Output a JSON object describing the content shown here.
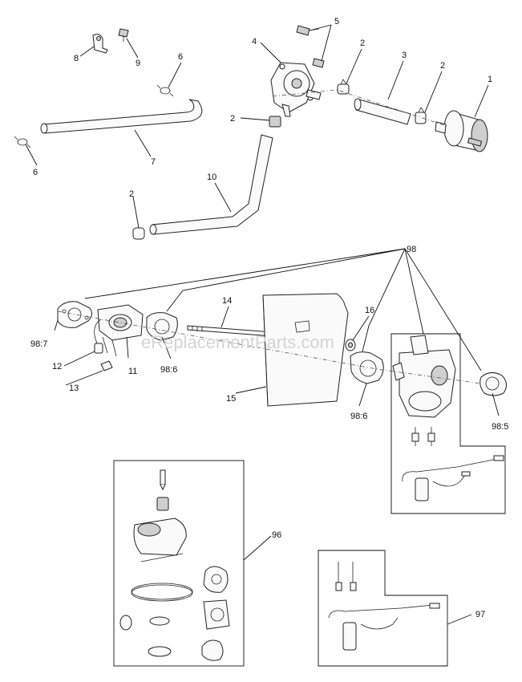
{
  "watermark": "eReplacementParts.com",
  "labels": {
    "l1": "1",
    "l2a": "2",
    "l2b": "2",
    "l2c": "2",
    "l2d": "2",
    "l3": "3",
    "l4": "4",
    "l5": "5",
    "l6a": "6",
    "l6b": "6",
    "l7": "7",
    "l8": "8",
    "l9": "9",
    "l10": "10",
    "l11": "11",
    "l12": "12",
    "l13": "13",
    "l14": "14",
    "l15": "15",
    "l16": "16",
    "l98": "98",
    "l98_7": "98:7",
    "l98_6a": "98:6",
    "l98_6b": "98:6",
    "l98_5": "98:5",
    "l96": "96",
    "l97": "97"
  }
}
